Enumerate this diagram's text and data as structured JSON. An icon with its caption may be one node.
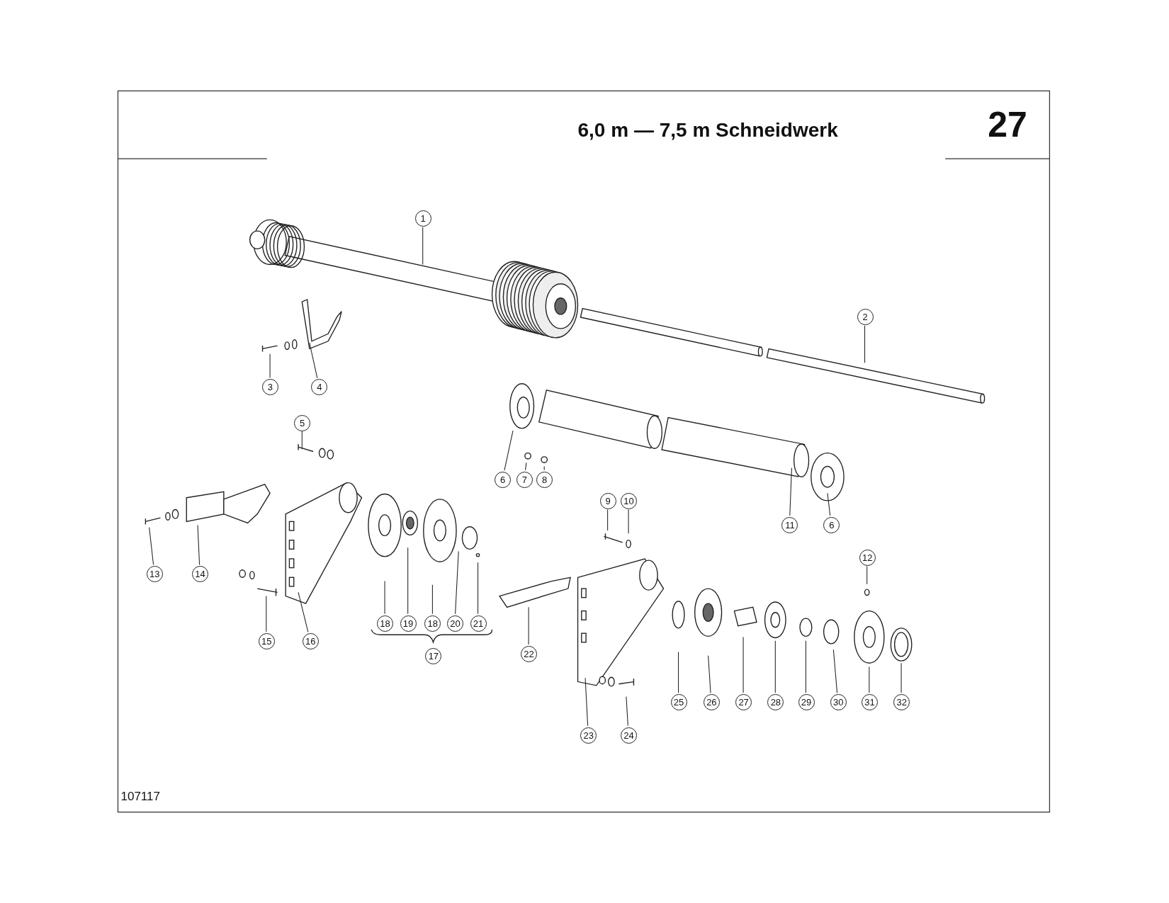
{
  "diagram": {
    "title": "6,0 m — 7,5 m Schneidwerk",
    "nodes": [
      {
        "text": [
          "1"
        ]
      },
      {
        "text": [
          "2"
        ]
      },
      {
        "text": [
          "3"
        ]
      },
      {
        "text": [
          "4"
        ]
      },
      {
        "text": [
          "5"
        ]
      },
      {
        "text": [
          "6"
        ]
      },
      {
        "text": [
          "7"
        ]
      },
      {
        "text": [
          "8"
        ]
      },
      {
        "text": [
          "11"
        ]
      },
      {
        "text": [
          "6"
        ]
      },
      {
        "text": [
          "9"
        ]
      },
      {
        "text": [
          "10"
        ]
      },
      {
        "text": [
          "12"
        ]
      },
      {
        "text": [
          "13"
        ]
      },
      {
        "text": [
          "14"
        ]
      },
      {
        "text": [
          "15"
        ]
      },
      {
        "text": [
          "16"
        ]
      },
      {
        "text": [
          "18"
        ]
      },
      {
        "text": [
          "19"
        ]
      },
      {
        "text": [
          "18"
        ]
      },
      {
        "text": [
          "20"
        ]
      },
      {
        "text": [
          "21"
        ]
      },
      {
        "text": [
          "17"
        ]
      },
      {
        "text": [
          "22"
        ]
      },
      {
        "text": [
          "23"
        ]
      },
      {
        "text": [
          "24"
        ]
      },
      {
        "text": [
          "25"
        ]
      },
      {
        "text": [
          "26"
        ]
      },
      {
        "text": [
          "27"
        ]
      },
      {
        "text": [
          "28"
        ]
      },
      {
        "text": [
          "29"
        ]
      },
      {
        "text": [
          "30"
        ]
      },
      {
        "text": [
          "31"
        ]
      },
      {
        "text": [
          "32"
        ]
      }
    ],
    "edges": [
      {
        "from": 0,
        "to": null,
        "arrow": "none"
      },
      {
        "from": 1,
        "to": null,
        "arrow": "none"
      },
      {
        "from": 2,
        "to": null,
        "arrow": "none"
      },
      {
        "from": 3,
        "to": null,
        "arrow": "none"
      },
      {
        "from": 4,
        "to": null,
        "arrow": "none"
      },
      {
        "from": 5,
        "to": null,
        "arrow": "none"
      },
      {
        "from": 6,
        "to": null,
        "arrow": "none"
      },
      {
        "from": 7,
        "to": null,
        "arrow": "none"
      },
      {
        "from": 8,
        "to": null,
        "arrow": "none"
      },
      {
        "from": 9,
        "to": null,
        "arrow": "none"
      },
      {
        "from": 10,
        "to": null,
        "arrow": "none"
      },
      {
        "from": 11,
        "to": null,
        "arrow": "none"
      },
      {
        "from": 12,
        "to": null,
        "arrow": "none"
      },
      {
        "from": 13,
        "to": null,
        "arrow": "none"
      },
      {
        "from": 14,
        "to": null,
        "arrow": "none"
      },
      {
        "from": 15,
        "to": null,
        "arrow": "none"
      },
      {
        "from": 16,
        "to": null,
        "arrow": "none"
      },
      {
        "from": 17,
        "to": null,
        "arrow": "none"
      },
      {
        "from": 18,
        "to": null,
        "arrow": "none"
      },
      {
        "from": 19,
        "to": null,
        "arrow": "none"
      },
      {
        "from": 20,
        "to": null,
        "arrow": "none"
      },
      {
        "from": 21,
        "to": null,
        "arrow": "none"
      },
      {
        "from": 23,
        "to": null,
        "arrow": "none"
      },
      {
        "from": 24,
        "to": null,
        "arrow": "none"
      },
      {
        "from": 25,
        "to": null,
        "arrow": "none"
      },
      {
        "from": 26,
        "to": null,
        "arrow": "none"
      },
      {
        "from": 27,
        "to": null,
        "arrow": "none"
      },
      {
        "from": 28,
        "to": null,
        "arrow": "none"
      },
      {
        "from": 29,
        "to": null,
        "arrow": "none"
      },
      {
        "from": 30,
        "to": null,
        "arrow": "none"
      },
      {
        "from": 31,
        "to": null,
        "arrow": "none"
      },
      {
        "from": 32,
        "to": null,
        "arrow": "none"
      },
      {
        "from": 33,
        "to": null,
        "arrow": "none"
      }
    ],
    "labels": [
      "27",
      "107117"
    ]
  }
}
